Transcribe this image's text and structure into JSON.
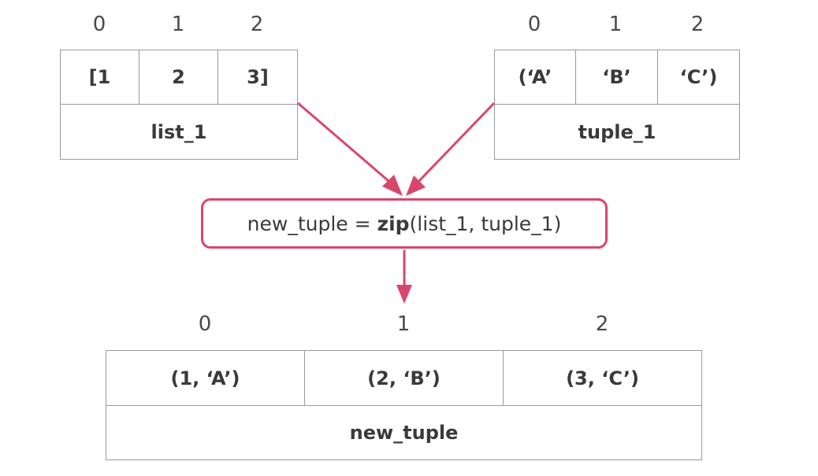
{
  "list_1": {
    "indices": [
      "0",
      "1",
      "2"
    ],
    "cells": [
      "[1",
      "2",
      "3]"
    ],
    "name": "list_1"
  },
  "tuple_1": {
    "indices": [
      "0",
      "1",
      "2"
    ],
    "cells": [
      "(‘A’",
      "‘B’",
      "‘C’)"
    ],
    "name": "tuple_1"
  },
  "zip_call": {
    "prefix": "new_tuple = ",
    "func": "zip",
    "args": "(list_1, tuple_1)"
  },
  "new_tuple": {
    "indices": [
      "0",
      "1",
      "2"
    ],
    "cells": [
      "(1, ‘A’)",
      "(2, ‘B’)",
      "(3, ‘C’)"
    ],
    "name": "new_tuple"
  },
  "colors": {
    "accent": "#d9466b",
    "border": "#9a9a9a",
    "text": "#3a3a3a"
  }
}
